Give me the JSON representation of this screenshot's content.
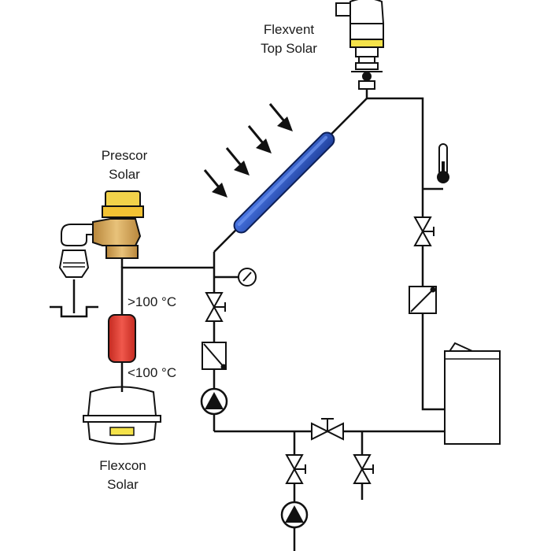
{
  "labels": {
    "flexvent_line1": "Flexvent",
    "flexvent_line2": "Top Solar",
    "prescor_line1": "Prescor",
    "prescor_line2": "Solar",
    "flexcon_line1": "Flexcon",
    "flexcon_line2": "Solar",
    "temp_above": ">100 °C",
    "temp_below": "<100 °C"
  },
  "colors": {
    "pipe": "#111111",
    "collector": "#1f3f9a",
    "collector_highlight": "#3c6be0",
    "safety_valve": "#f2c233",
    "safety_valve_body": "#d9a84a",
    "air_vent_band": "#f4e24a",
    "expansion_vessel": "#e2443a",
    "expansion_vessel_dark": "#b8281f",
    "flexcon_tag": "#f4e24a"
  },
  "icons": {
    "sun_rays": "arrow-icon",
    "pressure_gauge": "gauge-icon",
    "thermometer": "thermometer-icon",
    "pump": "pump-icon",
    "valve": "ball-valve-icon",
    "flow_meter": "flow-meter-icon",
    "storage_tank": "tank-icon",
    "drain": "drain-funnel-icon"
  }
}
